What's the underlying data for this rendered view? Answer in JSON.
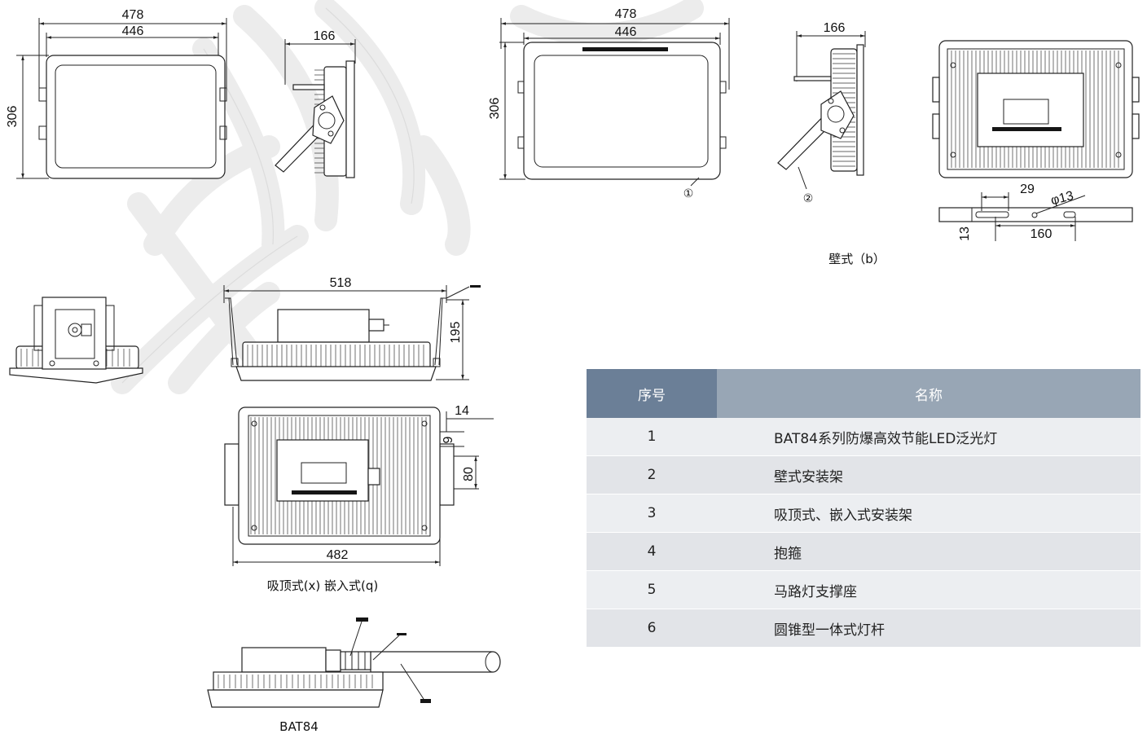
{
  "labels": {
    "front_a": {
      "overall_width": "478",
      "inner_width": "446",
      "height": "306"
    },
    "side_a": {
      "depth": "166"
    },
    "front_b": {
      "overall_width": "478",
      "inner_width": "446",
      "height": "306",
      "callout": "①"
    },
    "side_b": {
      "depth": "166",
      "callout": "②"
    },
    "back_b": {
      "dim_29": "29",
      "dim_hole": "φ13",
      "dim_13": "13",
      "dim_160": "160"
    },
    "wall_caption": "壁式（b）",
    "ceiling_side": {
      "width": "518",
      "height": "195"
    },
    "ceiling_back": {
      "dim_14": "14",
      "dim_9": "9",
      "dim_80": "80",
      "width": "482"
    },
    "ceiling_caption": "吸顶式(x) 嵌入式(q)",
    "pole_caption": "BAT84"
  },
  "table": {
    "headers": [
      "序号",
      "名称"
    ],
    "rows": [
      {
        "no": "1",
        "name": "BAT84系列防爆高效节能LED泛光灯"
      },
      {
        "no": "2",
        "name": "壁式安装架"
      },
      {
        "no": "3",
        "name": "吸顶式、嵌入式安装架"
      },
      {
        "no": "4",
        "name": "抱箍"
      },
      {
        "no": "5",
        "name": "马路灯支撑座"
      },
      {
        "no": "6",
        "name": "圆锥型一体式灯杆"
      }
    ]
  },
  "colors": {
    "header_col1": "#6b7f97",
    "header_col2": "#98a6b5",
    "row_light": "#eceef1",
    "row_dark": "#e2e4e8",
    "line": "#222222",
    "watermark": "#ececec"
  }
}
